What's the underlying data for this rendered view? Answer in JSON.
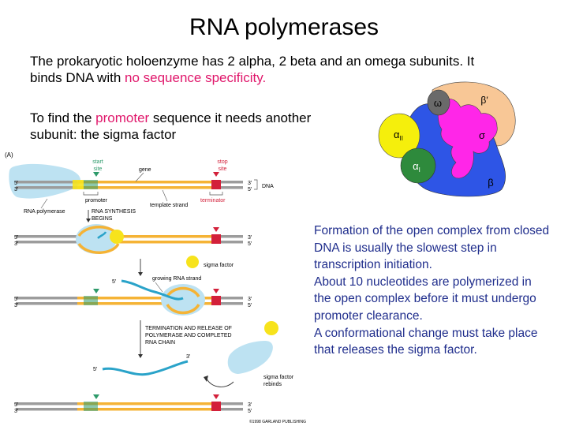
{
  "title": "RNA polymerases",
  "intro": {
    "line1_before": "The prokaryotic holoenzyme has 2 alpha, 2 beta and an omega subunits. It binds DNA with ",
    "line1_highlight": "no sequence specificity.",
    "line2_before": "To find the ",
    "line2_highlight": "promoter",
    "line2_after": " sequence it needs another subunit: the sigma factor"
  },
  "colors": {
    "highlight": "#e0176b",
    "right_text": "#1f2d8c",
    "dna_strand": "#f5b335",
    "dna_gray": "#9c9c9c",
    "rna_pol": "#bde2f2",
    "rna": "#2aa3c9",
    "sigma": "#f7e31c",
    "promoter_green": "#2d9a6a",
    "terminator_red": "#d3203a",
    "beta_prime": "#f8c796",
    "beta": "#2e55e6",
    "sigma_subunit": "#ff26e8",
    "alpha_ii": "#f5ef0c",
    "alpha_i": "#2e8a3c",
    "omega": "#6a6a6a"
  },
  "subunit_diagram": {
    "omega": "ω",
    "beta_prime": "β′",
    "alpha_ii": "α",
    "alpha_ii_sub": "II",
    "sigma": "σ",
    "alpha_i": "α",
    "alpha_i_sub": "I",
    "beta": "β"
  },
  "figure": {
    "panel": "(A)",
    "start_site": [
      "start",
      "site"
    ],
    "gene": "gene",
    "stop_site": [
      "stop",
      "site"
    ],
    "dna": "DNA",
    "promoter": "promoter",
    "terminator": "terminator",
    "rna_polymerase": "RNA polymerase",
    "template_strand": "template strand",
    "rna_synthesis": [
      "RNA SYNTHESIS",
      "BEGINS"
    ],
    "sigma_factor": "sigma factor",
    "growing_rna": "growing RNA strand",
    "termination": [
      "TERMINATION AND RELEASE OF",
      "POLYMERASE AND COMPLETED",
      "RNA CHAIN"
    ],
    "sigma_rebinds": [
      "sigma factor",
      "rebinds"
    ],
    "five_prime": "5′",
    "three_prime": "3′",
    "copyright": "©1998 GARLAND PUBLISHING"
  },
  "right_text": [
    "Formation of the open complex from closed DNA is usually the slowest step in transcription initiation.",
    "About 10 nucleotides are polymerized in the open complex before it must undergo promoter clearance.",
    "A conformational change must take place that releases the sigma factor."
  ]
}
